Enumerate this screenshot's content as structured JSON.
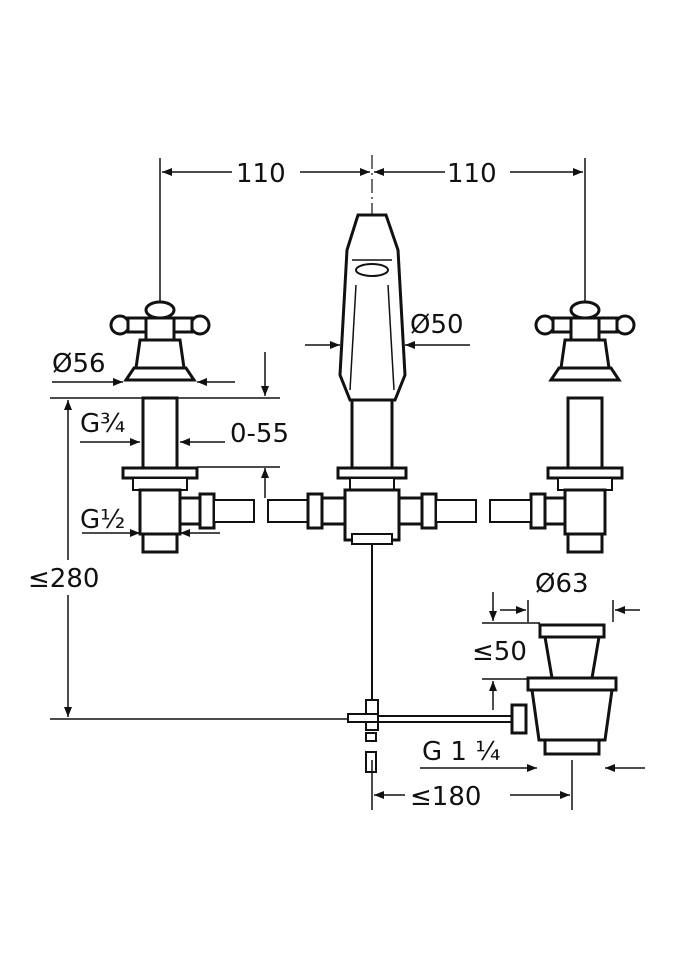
{
  "dimensions": {
    "left_spacing": "110",
    "right_spacing": "110",
    "spout_diameter": "Ø50",
    "handle_diameter": "Ø56",
    "thread_upper": "G¾",
    "adjust_range": "0-55",
    "thread_lower": "G½",
    "total_height": "≤280",
    "waste_diameter": "Ø63",
    "waste_height": "≤50",
    "waste_thread": "G 1 ¼",
    "rod_length": "≤180"
  },
  "colors": {
    "line": "#111111",
    "background": "#ffffff"
  }
}
